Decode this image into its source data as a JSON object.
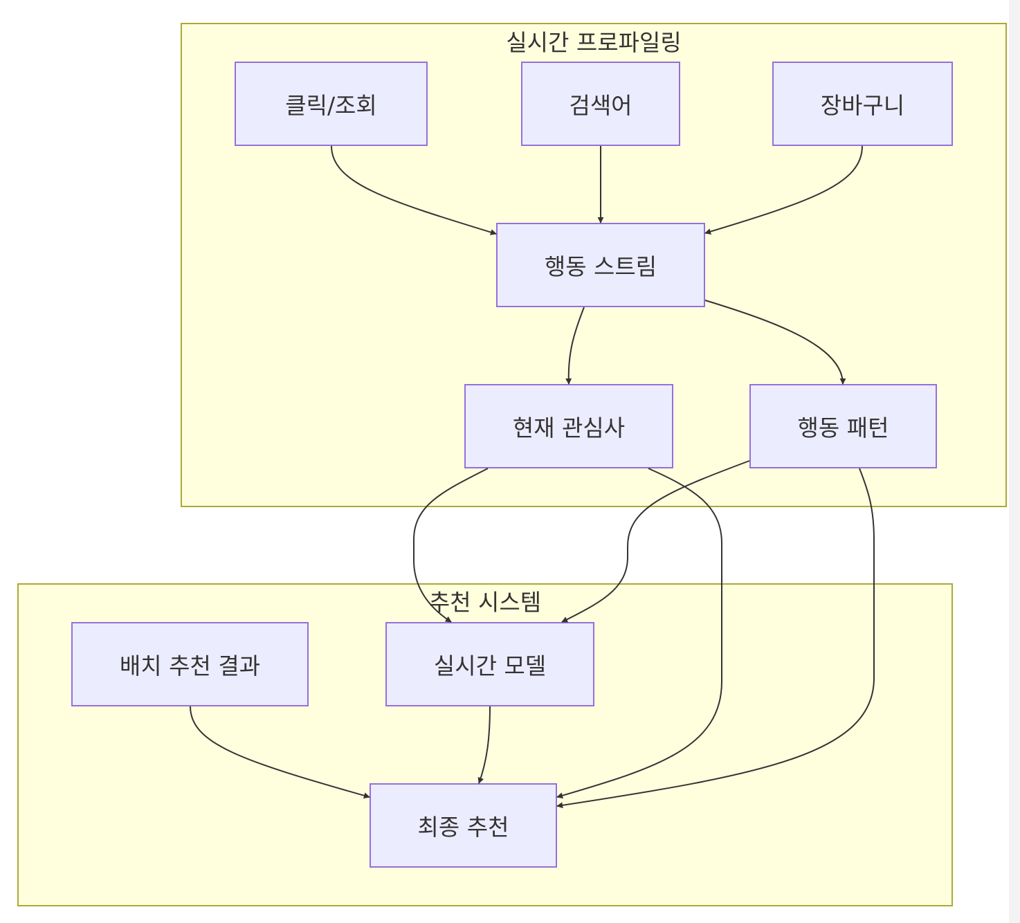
{
  "clusters": {
    "realtime_profiling": {
      "title": "실시간 프로파일링"
    },
    "recommendation_system": {
      "title": "추천 시스템"
    }
  },
  "nodes": {
    "click_view": "클릭/조회",
    "search_term": "검색어",
    "cart": "장바구니",
    "behavior_stream": "행동 스트림",
    "current_interest": "현재 관심사",
    "behavior_pattern": "행동 패턴",
    "batch_result": "배치 추천 결과",
    "realtime_model": "실시간 모델",
    "final_recommendation": "최종 추천"
  },
  "edges": [
    {
      "from": "click_view",
      "to": "behavior_stream"
    },
    {
      "from": "search_term",
      "to": "behavior_stream"
    },
    {
      "from": "cart",
      "to": "behavior_stream"
    },
    {
      "from": "behavior_stream",
      "to": "current_interest"
    },
    {
      "from": "behavior_stream",
      "to": "behavior_pattern"
    },
    {
      "from": "current_interest",
      "to": "realtime_model"
    },
    {
      "from": "current_interest",
      "to": "final_recommendation"
    },
    {
      "from": "behavior_pattern",
      "to": "realtime_model"
    },
    {
      "from": "behavior_pattern",
      "to": "final_recommendation"
    },
    {
      "from": "batch_result",
      "to": "final_recommendation"
    },
    {
      "from": "realtime_model",
      "to": "final_recommendation"
    }
  ],
  "colors": {
    "cluster_fill": "#ffffde",
    "cluster_stroke": "#aaaa33",
    "node_fill": "#ececff",
    "node_stroke": "#9370db",
    "edge": "#333333",
    "text": "#333333"
  }
}
